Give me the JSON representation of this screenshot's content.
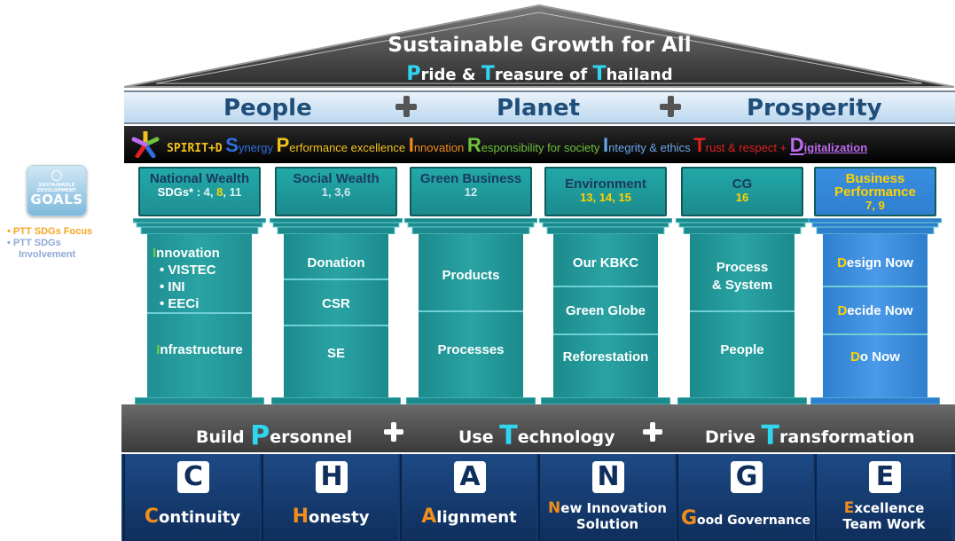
{
  "sdg": {
    "logo_top": "SUSTAINABLE DEVELOPMENT",
    "logo_main": "GOALS",
    "legend_focus": "• PTT SDGs Focus",
    "legend_involvement_1": "• PTT SDGs",
    "legend_involvement_2": "Involvement",
    "focus_color": "#f5a623",
    "involvement_color": "#8fa9d6"
  },
  "roof": {
    "title": "Sustainable Growth for All",
    "subtitle_p": "P",
    "subtitle_1": "ride & ",
    "subtitle_t1": "T",
    "subtitle_2": "reasure of ",
    "subtitle_t2": "T",
    "subtitle_3": "hailand"
  },
  "ppp": {
    "people": "People",
    "planet": "Planet",
    "prosperity": "Prosperity"
  },
  "values": {
    "spirit_prefix": "SPIRIT+D",
    "items": [
      {
        "initial": "S",
        "rest": "ynergy",
        "color": "#2f6fe0"
      },
      {
        "initial": "P",
        "rest": "erformance excellence",
        "color": "#f2c21c"
      },
      {
        "initial": "I",
        "rest": "nnovation",
        "color": "#f28c1c"
      },
      {
        "initial": "R",
        "rest": "esponsibility for society",
        "color": "#6fc23a"
      },
      {
        "initial": "I",
        "rest": "ntegrity & ethics",
        "color": "#6aa6ea"
      },
      {
        "initial": "T",
        "rest": "rust & respect + ",
        "color": "#e02020"
      },
      {
        "initial": "D",
        "rest": "igitalization",
        "color": "#c06cf0"
      }
    ]
  },
  "pillars": [
    {
      "title": "National Wealth",
      "sdg_prefix": "SDGs* : ",
      "sdg_parts": [
        "4, ",
        "8",
        ", 11"
      ]
    },
    {
      "title": "Social Wealth",
      "sdg_text": "1, 3,6"
    },
    {
      "title": "Green Business",
      "sdg_text": "12"
    },
    {
      "title": "Environment",
      "sdg_text": "13, 14, 15"
    },
    {
      "title": "CG",
      "sdg_text": "16"
    },
    {
      "title": "Business Performance",
      "sdg_text": "7, 9"
    }
  ],
  "shafts": {
    "p1": {
      "innovation_initial": "I",
      "innovation_rest": "nnovation",
      "bullets": [
        "VISTEC",
        "INI",
        "EECi"
      ],
      "infra_initial": "I",
      "infra_rest": "nfrastructure"
    },
    "p2": {
      "items": [
        "Donation",
        "CSR",
        "SE"
      ]
    },
    "p3": {
      "items": [
        "Products",
        "Processes"
      ]
    },
    "p4": {
      "items": [
        "Our KBKC",
        "Green Globe",
        "Reforestation"
      ]
    },
    "p5": {
      "items": [
        "Process\n& System",
        "People"
      ]
    },
    "p6": {
      "items": [
        {
          "initial": "D",
          "rest": "esign Now"
        },
        {
          "initial": "D",
          "rest": "ecide Now"
        },
        {
          "initial": "D",
          "rest": "o Now"
        }
      ]
    }
  },
  "foundation": [
    {
      "pre": "Build ",
      "initial": "P",
      "rest": "ersonnel"
    },
    {
      "pre": "Use ",
      "initial": "T",
      "rest": "echnology"
    },
    {
      "pre": "Drive ",
      "initial": "T",
      "rest": "ransformation"
    }
  ],
  "change": [
    {
      "letter": "C",
      "initial": "C",
      "rest": "ontinuity"
    },
    {
      "letter": "H",
      "initial": "H",
      "rest": "onesty"
    },
    {
      "letter": "A",
      "initial": "A",
      "rest": "lignment"
    },
    {
      "letter": "N",
      "initial": "N",
      "rest": "ew Innovation",
      "line2": "Solution"
    },
    {
      "letter": "G",
      "initial": "G",
      "rest": "ood Governance"
    },
    {
      "letter": "E",
      "initial": "E",
      "rest": "xcellence",
      "line2": "Team Work"
    }
  ]
}
